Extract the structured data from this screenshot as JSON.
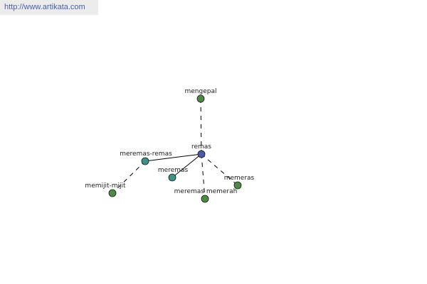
{
  "watermark": "http://www.artikata.com",
  "colors": {
    "background": "#ffffff",
    "watermark_bg": "#ececec",
    "watermark_text": "#4a5ea8",
    "center_node": "#4b5aa6",
    "teal_node": "#3f8f8a",
    "green_node": "#4e8a45",
    "edge": "#000000"
  },
  "graph": {
    "center": "remas",
    "nodes": [
      {
        "id": "remas",
        "label": "remas",
        "kind": "center"
      },
      {
        "id": "mengepal",
        "label": "mengepal",
        "kind": "green"
      },
      {
        "id": "meremas-remas",
        "label": "meremas-remas",
        "kind": "teal"
      },
      {
        "id": "meremas",
        "label": "meremas",
        "kind": "teal"
      },
      {
        "id": "memijit-mijit",
        "label": "memijit-mijit",
        "kind": "green"
      },
      {
        "id": "meremas-memerah",
        "label": "meremas memerah",
        "kind": "green"
      },
      {
        "id": "memeras",
        "label": "memeras",
        "kind": "green"
      }
    ],
    "edges": [
      {
        "from": "remas",
        "to": "mengepal",
        "style": "dashed"
      },
      {
        "from": "remas",
        "to": "meremas-remas",
        "style": "solid"
      },
      {
        "from": "remas",
        "to": "meremas",
        "style": "solid"
      },
      {
        "from": "remas",
        "to": "meremas-memerah",
        "style": "dashed"
      },
      {
        "from": "remas",
        "to": "memeras",
        "style": "dashed"
      },
      {
        "from": "meremas-remas",
        "to": "memijit-mijit",
        "style": "dashed"
      }
    ]
  }
}
